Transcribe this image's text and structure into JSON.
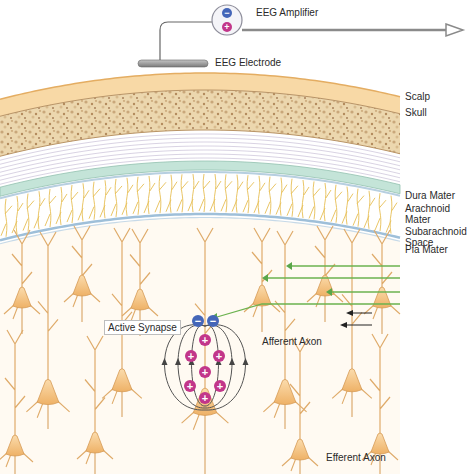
{
  "diagram": {
    "nodes": [
      {
        "text": [
          "−"
        ]
      },
      {
        "text": [
          "+"
        ]
      },
      {
        "text": [
          "−"
        ]
      },
      {
        "text": [
          "−"
        ]
      },
      {
        "text": [
          "+"
        ]
      },
      {
        "text": [
          "+"
        ]
      },
      {
        "text": [
          "+"
        ]
      },
      {
        "text": [
          "+"
        ]
      },
      {
        "text": [
          "+"
        ]
      },
      {
        "text": [
          "+"
        ]
      },
      {
        "text": [
          "+"
        ]
      }
    ],
    "labels": [
      "EEG Amplifier",
      "EEG Electrode",
      "Scalp",
      "Skull",
      "Dura Mater",
      "Arachnoid Mater",
      "Subarachnoid Space",
      "Pia Mater",
      "Active Synapse",
      "Afferent Axon",
      "Efferent Axon"
    ]
  }
}
